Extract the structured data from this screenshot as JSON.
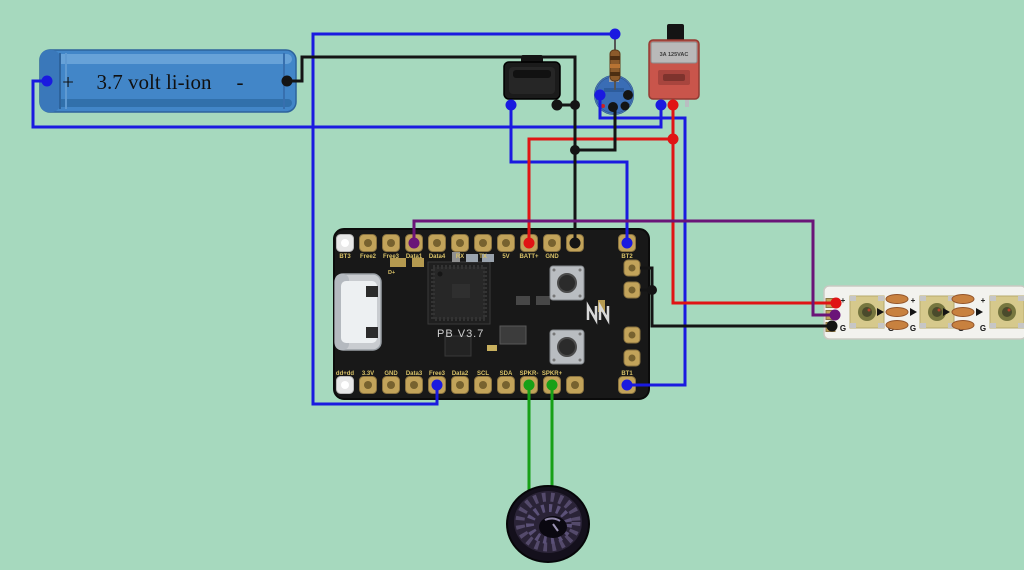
{
  "colors": {
    "background": "#a6d9be",
    "wire_blue": "#1a1ae0",
    "wire_red": "#e01414",
    "wire_black": "#141414",
    "wire_green": "#17a017",
    "wire_purple": "#6a1478",
    "battery_blue": "#4286c8",
    "pcb_black": "#181818",
    "pad_gold": "#c2a35a",
    "switch_red": "#c9554b",
    "strip_white": "#f2f2ee"
  },
  "battery": {
    "plus_sign": "+",
    "label": "3.7 volt li-ion",
    "minus_sign": "-"
  },
  "board": {
    "title": "PB V3.7",
    "top_pins": [
      "BT3",
      "Free2",
      "Free3",
      "Data1",
      "Data4",
      "RX",
      "TX",
      "5V",
      "BATT+",
      "GND",
      ""
    ],
    "bottom_pins": [
      "dd+dd",
      "3.3V",
      "GND",
      "Data3",
      "Free3",
      "Data2",
      "SCL",
      "SDA",
      "SPKR-",
      "SPKR+",
      ""
    ],
    "corner_pins": {
      "top_right": "BT2",
      "bottom_right": "BT1"
    },
    "usb_pad_label": "D+"
  },
  "slide_switch": {
    "label": "3A 125VAC"
  },
  "led_strip": {
    "plus_mark": "+",
    "ground_mark": "G"
  }
}
